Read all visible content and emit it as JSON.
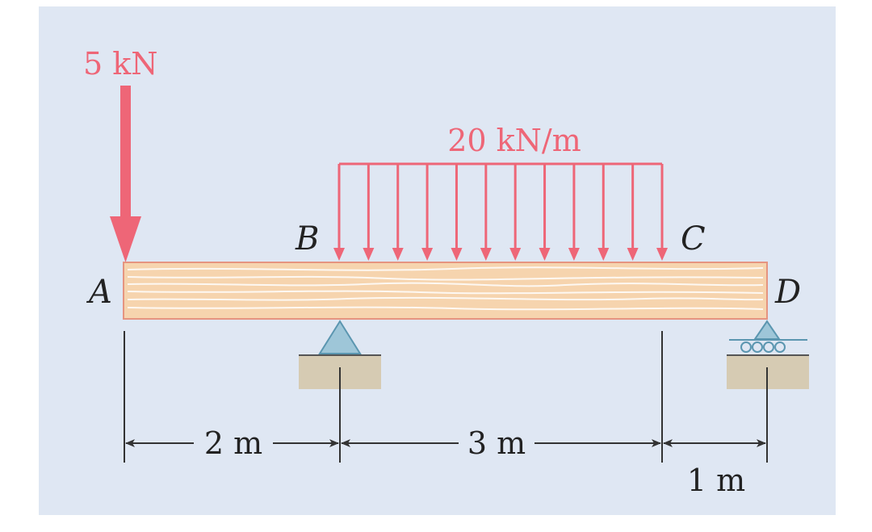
{
  "colors": {
    "panel": "#dfe7f3",
    "load": "#ee6677",
    "beam_fill": "#f6d4ae",
    "beam_edge": "#e59480",
    "grain": "#ffffff",
    "support_fill": "#9ec6d8",
    "support_edge": "#5b96b0",
    "ground": "#d6cbb3",
    "line": "#333333"
  },
  "icons": [
    "pin-support-icon",
    "roller-support-icon",
    "arrow-icon"
  ],
  "loads": {
    "point_load": "5 kN",
    "distributed_load": "20 kN/m"
  },
  "points": {
    "a": "A",
    "b": "B",
    "c": "C",
    "d": "D"
  },
  "dimensions": {
    "ab": "2 m",
    "bc": "3 m",
    "cd": "1 m"
  }
}
